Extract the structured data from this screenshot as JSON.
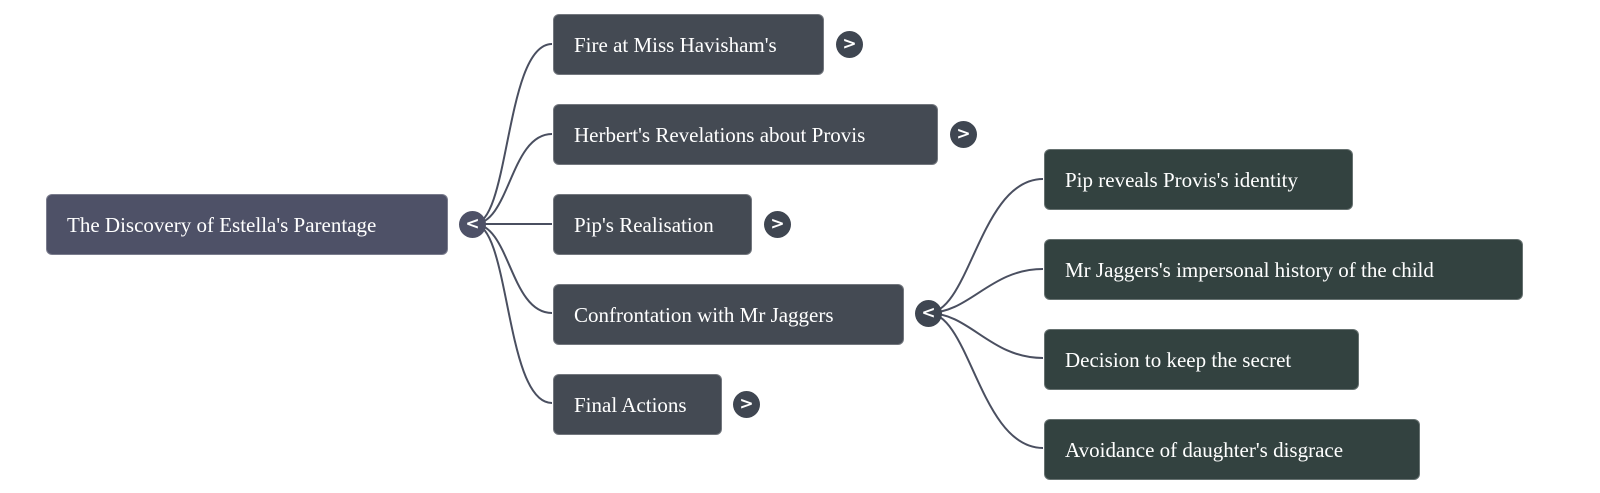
{
  "root": {
    "label": "The Discovery of Estella's Parentage",
    "toggle": "<"
  },
  "children": [
    {
      "label": "Fire at Miss Havisham's",
      "toggle": ">"
    },
    {
      "label": "Herbert's Revelations about Provis",
      "toggle": ">"
    },
    {
      "label": "Pip's Realisation",
      "toggle": ">"
    },
    {
      "label": "Confrontation with Mr Jaggers",
      "toggle": "<"
    },
    {
      "label": "Final Actions",
      "toggle": ">"
    }
  ],
  "grandchildren": [
    {
      "label": "Pip reveals Provis's identity"
    },
    {
      "label": "Mr Jaggers's impersonal history of the child"
    },
    {
      "label": "Decision to keep the secret"
    },
    {
      "label": "Avoidance of daughter's disgrace"
    }
  ],
  "colors": {
    "root": "#4e5167",
    "level1": "#444a53",
    "level2": "#334240",
    "link": "#4a4f60"
  }
}
